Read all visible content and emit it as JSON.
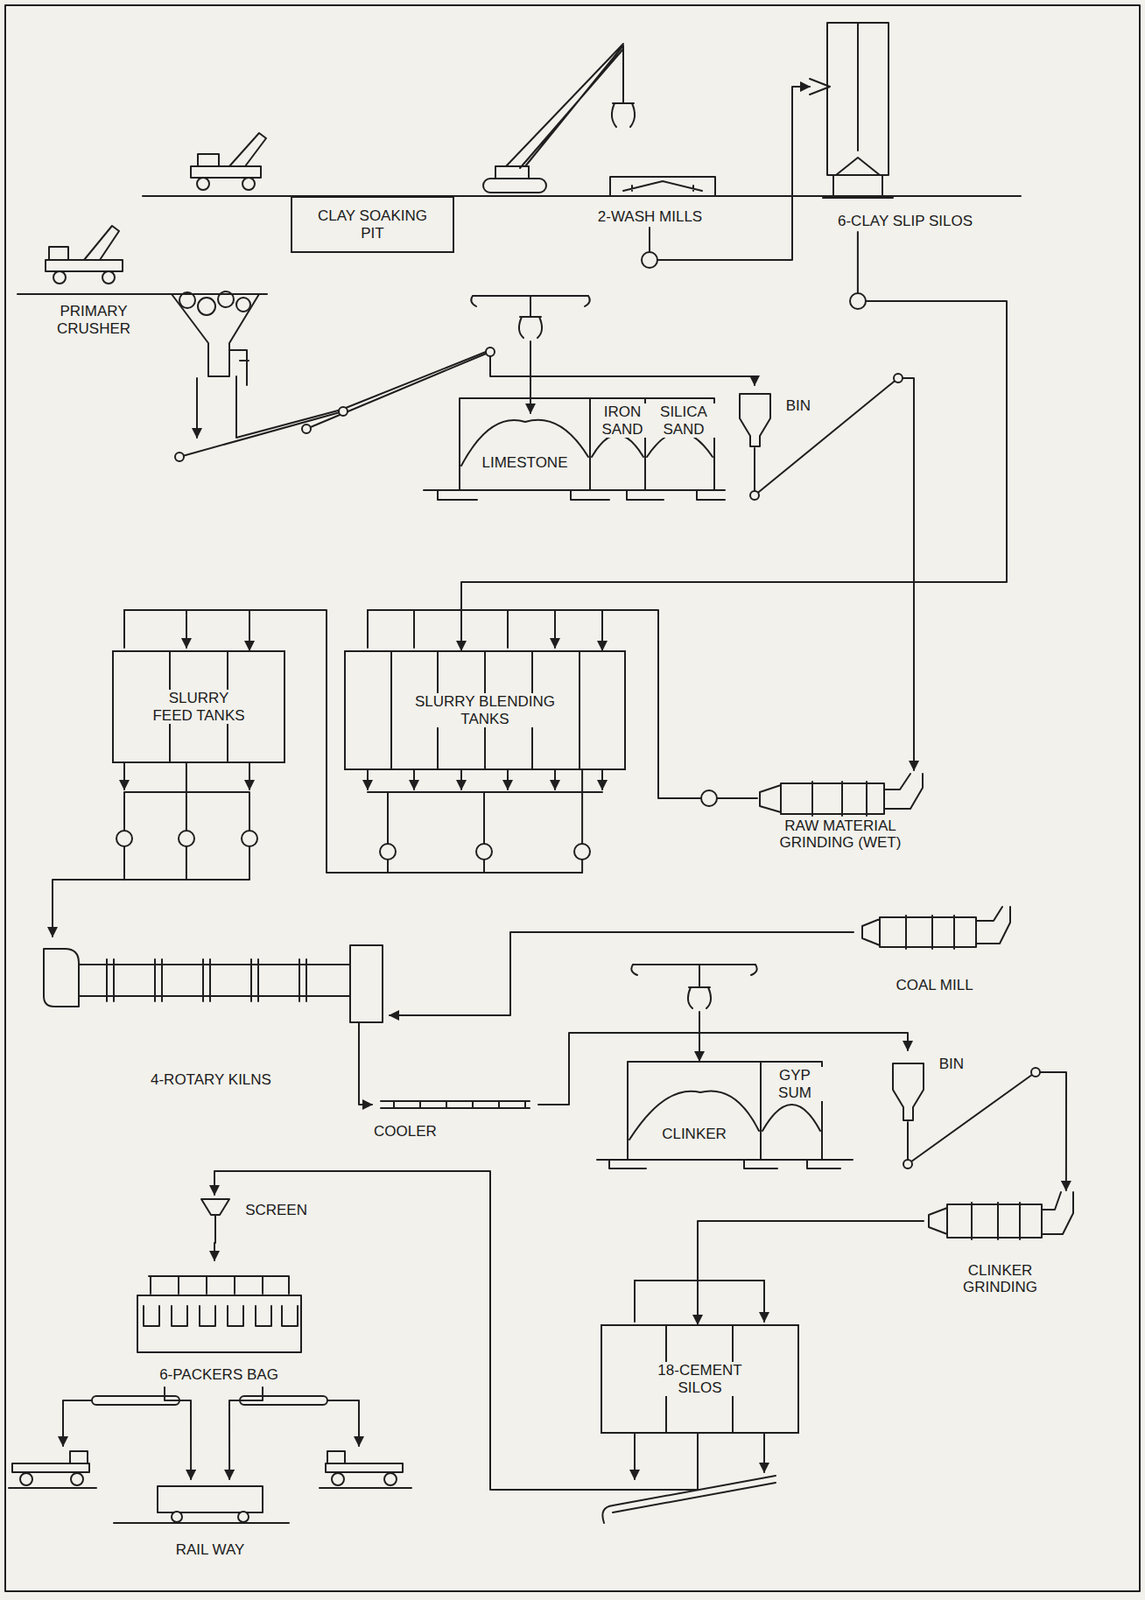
{
  "diagram": {
    "nodes": [
      {
        "text": [
          "CLAY SOAKING PIT"
        ]
      },
      {
        "text": [
          "2-WASH MILLS"
        ]
      },
      {
        "text": [
          "6-CLAY SLIP SILOS"
        ]
      },
      {
        "text": [
          "PRIMARY CRUSHER"
        ]
      },
      {
        "text": [
          "LIMESTONE"
        ]
      },
      {
        "text": [
          "IRON SAND"
        ]
      },
      {
        "text": [
          "SILICA SAND"
        ]
      },
      {
        "text": [
          "BIN"
        ]
      },
      {
        "text": [
          "SLURRY FEED TANKS"
        ]
      },
      {
        "text": [
          "SLURRY BLENDING TANKS"
        ]
      },
      {
        "text": [
          "RAW MATERIAL GRINDING (WET)"
        ]
      },
      {
        "text": [
          "COAL MILL"
        ]
      },
      {
        "text": [
          "4-ROTARY KILNS"
        ]
      },
      {
        "text": [
          "COOLER"
        ]
      },
      {
        "text": [
          "CLINKER"
        ]
      },
      {
        "text": [
          "GYP SUM"
        ]
      },
      {
        "text": [
          "BIN"
        ]
      },
      {
        "text": [
          "CLINKER GRINDING"
        ]
      },
      {
        "text": [
          "SCREEN"
        ]
      },
      {
        "text": [
          "6-PACKERS BAG"
        ]
      },
      {
        "text": [
          "18-CEMENT SILOS"
        ]
      },
      {
        "text": [
          "RAIL WAY"
        ]
      }
    ],
    "edges": [
      {
        "from": 1,
        "to": 2,
        "arrow": "to"
      },
      {
        "from": 2,
        "to": 9,
        "arrow": "to"
      },
      {
        "from": 3,
        "to": 7,
        "arrow": "to"
      },
      {
        "from": 7,
        "to": 10,
        "arrow": "to"
      },
      {
        "from": 10,
        "to": 9,
        "arrow": "to"
      },
      {
        "from": 9,
        "to": 8,
        "arrow": "to"
      },
      {
        "from": 8,
        "to": 12,
        "arrow": "to"
      },
      {
        "from": 11,
        "to": 12,
        "arrow": "to"
      },
      {
        "from": 12,
        "to": 13,
        "arrow": "to"
      },
      {
        "from": 13,
        "to": 16,
        "arrow": "to"
      },
      {
        "from": 16,
        "to": 17,
        "arrow": "to"
      },
      {
        "from": 17,
        "to": 20,
        "arrow": "to"
      },
      {
        "from": 20,
        "to": 18,
        "arrow": "to"
      },
      {
        "from": 18,
        "to": 19,
        "arrow": "to"
      },
      {
        "from": 19,
        "to": 21,
        "arrow": "to"
      },
      {
        "from": 19,
        "to": 21,
        "arrow": "to"
      }
    ]
  }
}
